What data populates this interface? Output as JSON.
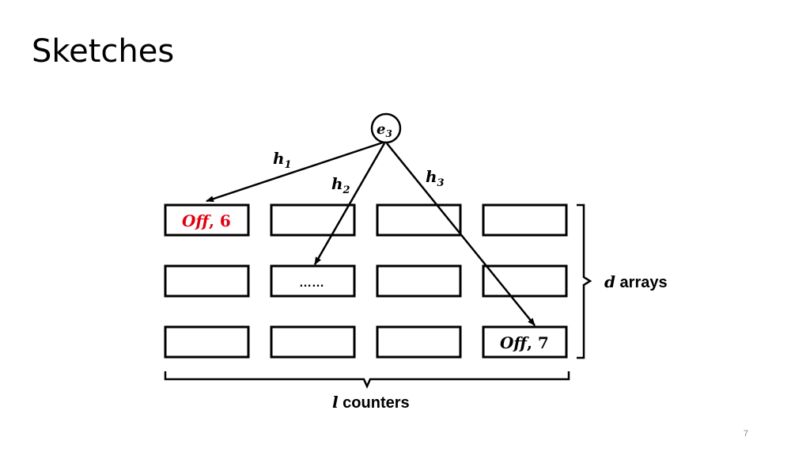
{
  "slide": {
    "title": "Sketches",
    "page_number": "7"
  },
  "element": {
    "base": "e",
    "sub": "3"
  },
  "hashes": [
    {
      "base": "h",
      "sub": "1"
    },
    {
      "base": "h",
      "sub": "2"
    },
    {
      "base": "h",
      "sub": "3"
    }
  ],
  "cells": {
    "r1c1": {
      "off": "Off",
      "count": ", 6"
    },
    "r2c2": {
      "text": "……"
    },
    "r3c4": {
      "off": "Off",
      "count": ", 7"
    }
  },
  "labels": {
    "arrays_var": "d",
    "arrays_text": " arrays",
    "counters_var": "l",
    "counters_text": " counters"
  },
  "colors": {
    "highlight": "#e0000f",
    "stroke": "#000000"
  }
}
